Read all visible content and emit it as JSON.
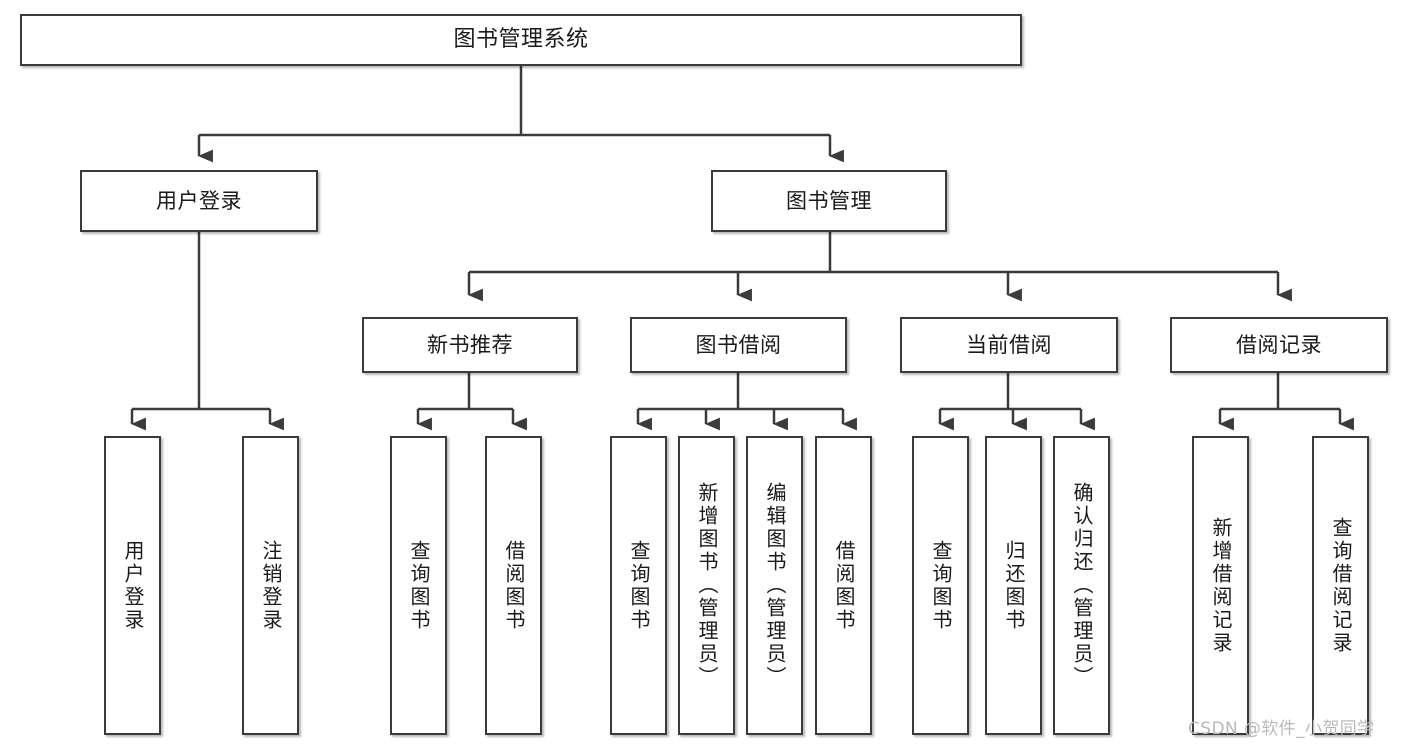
{
  "diagram": {
    "title": "图书管理系统",
    "type": "tree-hierarchy",
    "orientation": "top-down",
    "arrow_style": "solid-filled-triangle",
    "colors": {
      "box_border": "#3b3b3b",
      "box_fill": "#ffffff",
      "edge": "#3b3b3b",
      "text": "#1a1a1a",
      "watermark": "#b9b9b9",
      "background": "#ffffff"
    }
  },
  "root": {
    "label": "图书管理系统"
  },
  "level1": [
    {
      "label": "用户登录"
    },
    {
      "label": "图书管理"
    }
  ],
  "level2": [
    {
      "label": "新书推荐"
    },
    {
      "label": "图书借阅"
    },
    {
      "label": "当前借阅"
    },
    {
      "label": "借阅记录"
    }
  ],
  "leaves": {
    "user_login": [
      {
        "label": "用户登录"
      },
      {
        "label": "注销登录"
      }
    ],
    "new_book_recommend": [
      {
        "label": "查询图书"
      },
      {
        "label": "借阅图书"
      }
    ],
    "book_borrow": [
      {
        "label": "查询图书"
      },
      {
        "label": "新增图书（管理员）"
      },
      {
        "label": "编辑图书（管理员）"
      },
      {
        "label": "借阅图书"
      }
    ],
    "current_borrow": [
      {
        "label": "查询图书"
      },
      {
        "label": "归还图书"
      },
      {
        "label": "确认归还（管理员）"
      }
    ],
    "borrow_record": [
      {
        "label": "新增借阅记录"
      },
      {
        "label": "查询借阅记录"
      }
    ]
  },
  "watermark": {
    "text": "CSDN @软件_小贺同学"
  }
}
